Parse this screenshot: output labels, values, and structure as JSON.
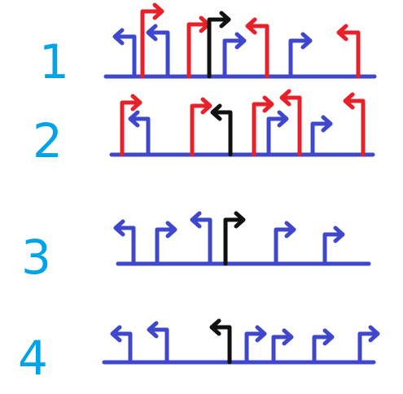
{
  "colors": {
    "baseline": "#3f48cc",
    "blue": "#3f48cc",
    "red": "#e8202a",
    "black": "#111111",
    "number": "#00a2e8"
  },
  "rows": [
    {
      "number": "1",
      "arrows": [
        {
          "color": "blue",
          "dir": "left"
        },
        {
          "color": "red",
          "dir": "right"
        },
        {
          "color": "blue",
          "dir": "left"
        },
        {
          "color": "red",
          "dir": "right"
        },
        {
          "color": "black",
          "dir": "right"
        },
        {
          "color": "blue",
          "dir": "right"
        },
        {
          "color": "red",
          "dir": "left"
        },
        {
          "color": "blue",
          "dir": "right"
        },
        {
          "color": "red",
          "dir": "left"
        }
      ]
    },
    {
      "number": "2",
      "arrows": [
        {
          "color": "red",
          "dir": "right"
        },
        {
          "color": "blue",
          "dir": "left"
        },
        {
          "color": "red",
          "dir": "right"
        },
        {
          "color": "black",
          "dir": "left"
        },
        {
          "color": "red",
          "dir": "right"
        },
        {
          "color": "blue",
          "dir": "right"
        },
        {
          "color": "red",
          "dir": "left"
        },
        {
          "color": "blue",
          "dir": "right"
        },
        {
          "color": "red",
          "dir": "left"
        }
      ]
    },
    {
      "number": "3",
      "arrows": [
        {
          "color": "blue",
          "dir": "left"
        },
        {
          "color": "blue",
          "dir": "right"
        },
        {
          "color": "blue",
          "dir": "left"
        },
        {
          "color": "black",
          "dir": "right"
        },
        {
          "color": "blue",
          "dir": "right"
        },
        {
          "color": "blue",
          "dir": "right"
        }
      ]
    },
    {
      "number": "4",
      "arrows": [
        {
          "color": "blue",
          "dir": "left"
        },
        {
          "color": "blue",
          "dir": "left"
        },
        {
          "color": "black",
          "dir": "left"
        },
        {
          "color": "blue",
          "dir": "right"
        },
        {
          "color": "blue",
          "dir": "right"
        },
        {
          "color": "blue",
          "dir": "right"
        },
        {
          "color": "blue",
          "dir": "right"
        }
      ]
    }
  ]
}
